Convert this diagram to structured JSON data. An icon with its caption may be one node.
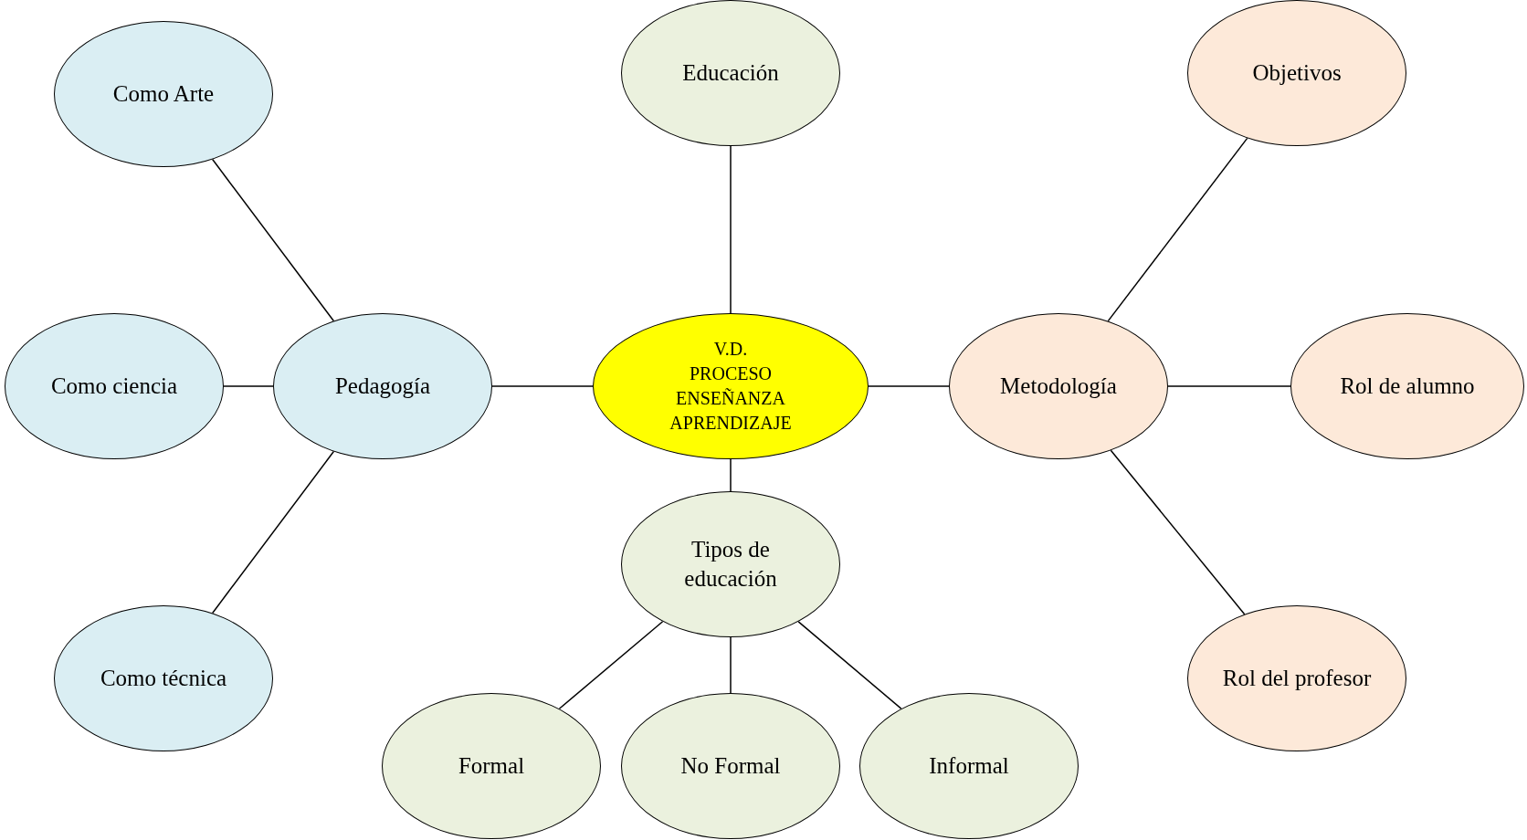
{
  "diagram": {
    "nodes": [
      {
        "text": [
          "V.D. PROCESO ENSEÑANZA APRENDIZAJE"
        ]
      },
      {
        "text": [
          "Educación"
        ]
      },
      {
        "text": [
          "Pedagogía"
        ]
      },
      {
        "text": [
          "Como Arte"
        ]
      },
      {
        "text": [
          "Como ciencia"
        ]
      },
      {
        "text": [
          "Como técnica"
        ]
      },
      {
        "text": [
          "Metodología"
        ]
      },
      {
        "text": [
          "Objetivos"
        ]
      },
      {
        "text": [
          "Rol de alumno"
        ]
      },
      {
        "text": [
          "Rol del profesor"
        ]
      },
      {
        "text": [
          "Tipos de educación"
        ]
      },
      {
        "text": [
          "Formal"
        ]
      },
      {
        "text": [
          "No Formal"
        ]
      },
      {
        "text": [
          "Informal"
        ]
      }
    ],
    "edges": [
      {
        "from": 0,
        "to": 1,
        "arrow": "none"
      },
      {
        "from": 0,
        "to": 2,
        "arrow": "none"
      },
      {
        "from": 2,
        "to": 3,
        "arrow": "none"
      },
      {
        "from": 2,
        "to": 4,
        "arrow": "none"
      },
      {
        "from": 2,
        "to": 5,
        "arrow": "none"
      },
      {
        "from": 0,
        "to": 6,
        "arrow": "none"
      },
      {
        "from": 6,
        "to": 7,
        "arrow": "none"
      },
      {
        "from": 6,
        "to": 8,
        "arrow": "none"
      },
      {
        "from": 6,
        "to": 9,
        "arrow": "none"
      },
      {
        "from": 0,
        "to": 10,
        "arrow": "none"
      },
      {
        "from": 10,
        "to": 11,
        "arrow": "none"
      },
      {
        "from": 10,
        "to": 12,
        "arrow": "none"
      },
      {
        "from": 10,
        "to": 13,
        "arrow": "none"
      }
    ]
  }
}
